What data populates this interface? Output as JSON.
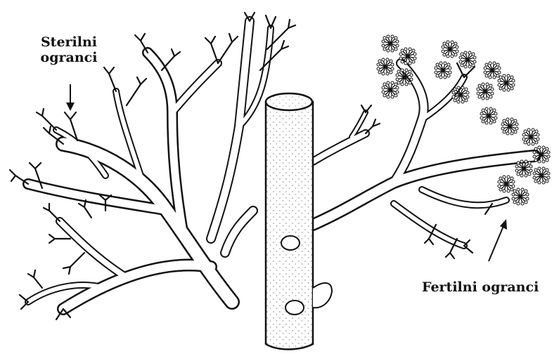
{
  "labels": {
    "sterile_line1": "Sterilni",
    "sterile_line2": "ogranci",
    "fertile": "Fertilni ogranci"
  },
  "colors": {
    "ink": "#111111",
    "background": "#ffffff"
  }
}
